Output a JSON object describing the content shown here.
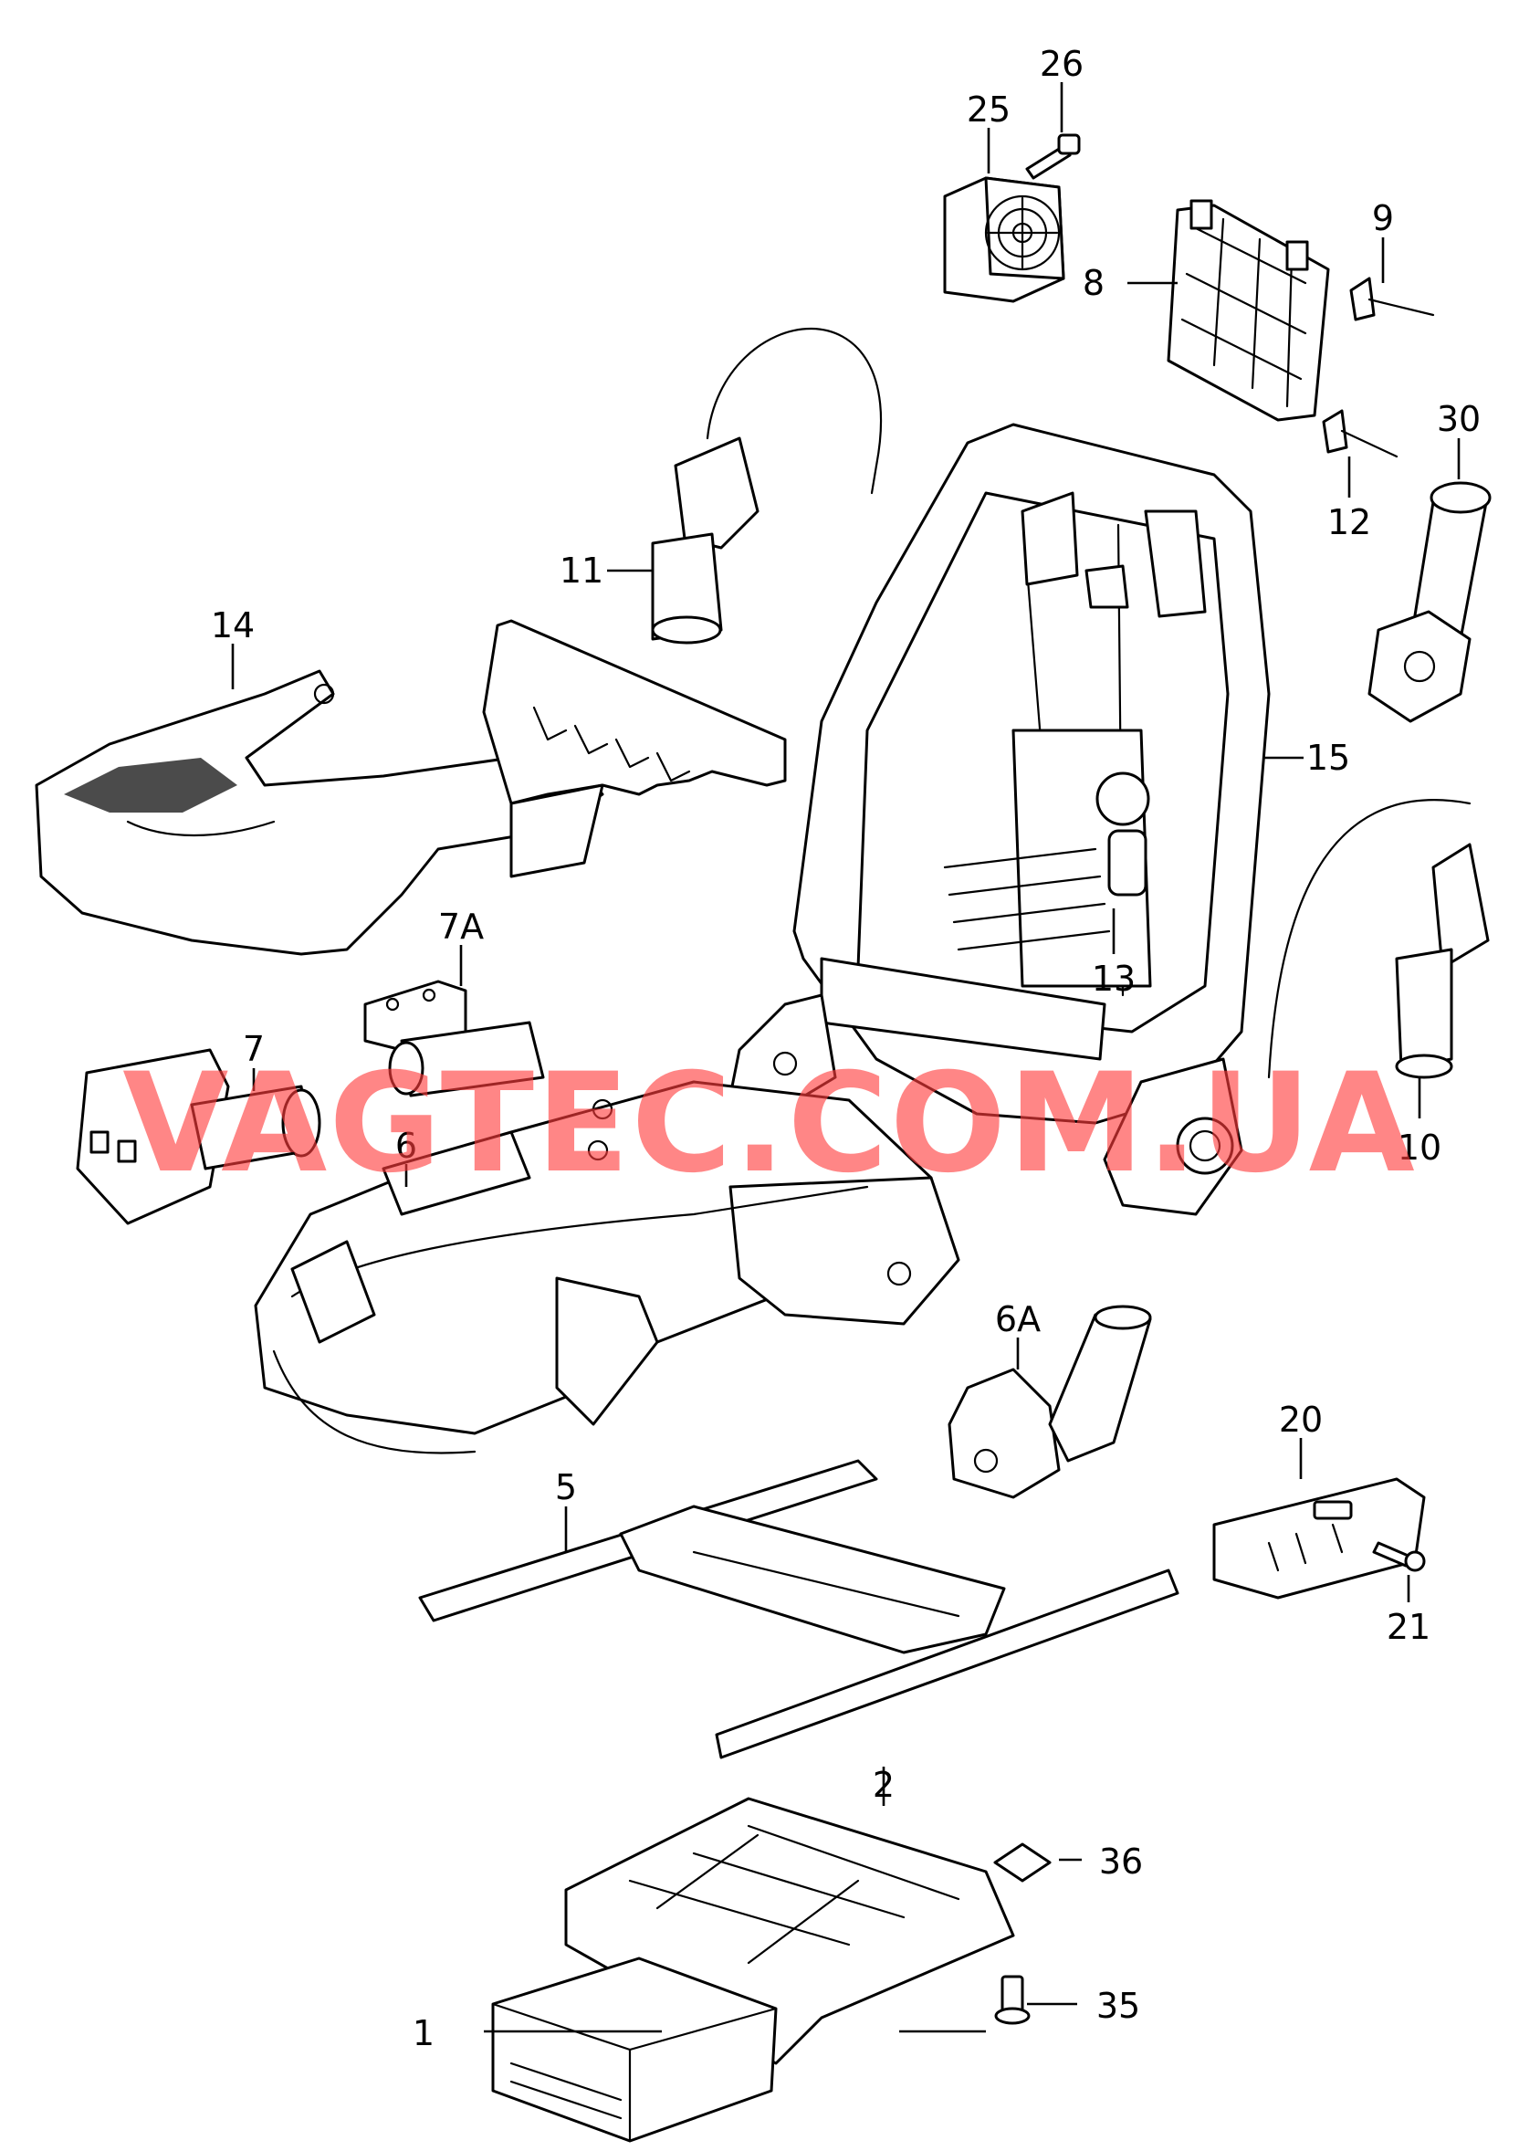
{
  "watermark": "VAGTEC.COM.UA",
  "callouts": [
    "1",
    "2",
    "5",
    "6",
    "6A",
    "7",
    "7A",
    "8",
    "9",
    "10",
    "11",
    "12",
    "13",
    "14",
    "15",
    "20",
    "21",
    "25",
    "26",
    "30",
    "35",
    "36"
  ],
  "colors": {
    "line": "#000000",
    "background": "#ffffff",
    "watermark": "#ff3b3b"
  }
}
